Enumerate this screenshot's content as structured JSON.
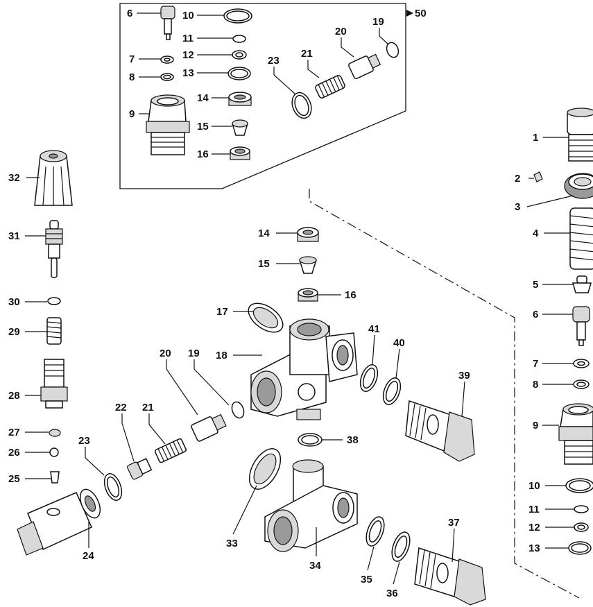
{
  "figure": {
    "callouts": [
      {
        "id": "c6a",
        "text": "6"
      },
      {
        "id": "c10a",
        "text": "10"
      },
      {
        "id": "c11a",
        "text": "11"
      },
      {
        "id": "c7a",
        "text": "7"
      },
      {
        "id": "c12a",
        "text": "12"
      },
      {
        "id": "c8a",
        "text": "8"
      },
      {
        "id": "c13a",
        "text": "13"
      },
      {
        "id": "c9a",
        "text": "9"
      },
      {
        "id": "c14a",
        "text": "14"
      },
      {
        "id": "c15a",
        "text": "15"
      },
      {
        "id": "c16a",
        "text": "16"
      },
      {
        "id": "c19a",
        "text": "19"
      },
      {
        "id": "c20a",
        "text": "20"
      },
      {
        "id": "c21a",
        "text": "21"
      },
      {
        "id": "c23a",
        "text": "23"
      },
      {
        "id": "c50",
        "text": "50"
      },
      {
        "id": "c32",
        "text": "32"
      },
      {
        "id": "c31",
        "text": "31"
      },
      {
        "id": "c30",
        "text": "30"
      },
      {
        "id": "c29",
        "text": "29"
      },
      {
        "id": "c28",
        "text": "28"
      },
      {
        "id": "c27",
        "text": "27"
      },
      {
        "id": "c26",
        "text": "26"
      },
      {
        "id": "c25",
        "text": "25"
      },
      {
        "id": "c24",
        "text": "24"
      },
      {
        "id": "c23b",
        "text": "23"
      },
      {
        "id": "c22",
        "text": "22"
      },
      {
        "id": "c21b",
        "text": "21"
      },
      {
        "id": "c20b",
        "text": "20"
      },
      {
        "id": "c19b",
        "text": "19"
      },
      {
        "id": "c18",
        "text": "18"
      },
      {
        "id": "c17",
        "text": "17"
      },
      {
        "id": "c14b",
        "text": "14"
      },
      {
        "id": "c15b",
        "text": "15"
      },
      {
        "id": "c16b",
        "text": "16"
      },
      {
        "id": "c41",
        "text": "41"
      },
      {
        "id": "c40",
        "text": "40"
      },
      {
        "id": "c39",
        "text": "39"
      },
      {
        "id": "c38",
        "text": "38"
      },
      {
        "id": "c33",
        "text": "33"
      },
      {
        "id": "c34",
        "text": "34"
      },
      {
        "id": "c35",
        "text": "35"
      },
      {
        "id": "c36",
        "text": "36"
      },
      {
        "id": "c37",
        "text": "37"
      },
      {
        "id": "c1",
        "text": "1"
      },
      {
        "id": "c2",
        "text": "2"
      },
      {
        "id": "c3",
        "text": "3"
      },
      {
        "id": "c4",
        "text": "4"
      },
      {
        "id": "c5",
        "text": "5"
      },
      {
        "id": "c6b",
        "text": "6"
      },
      {
        "id": "c7b",
        "text": "7"
      },
      {
        "id": "c8b",
        "text": "8"
      },
      {
        "id": "c9b",
        "text": "9"
      },
      {
        "id": "c10b",
        "text": "10"
      },
      {
        "id": "c11b",
        "text": "11"
      },
      {
        "id": "c12b",
        "text": "12"
      },
      {
        "id": "c13b",
        "text": "13"
      }
    ]
  }
}
